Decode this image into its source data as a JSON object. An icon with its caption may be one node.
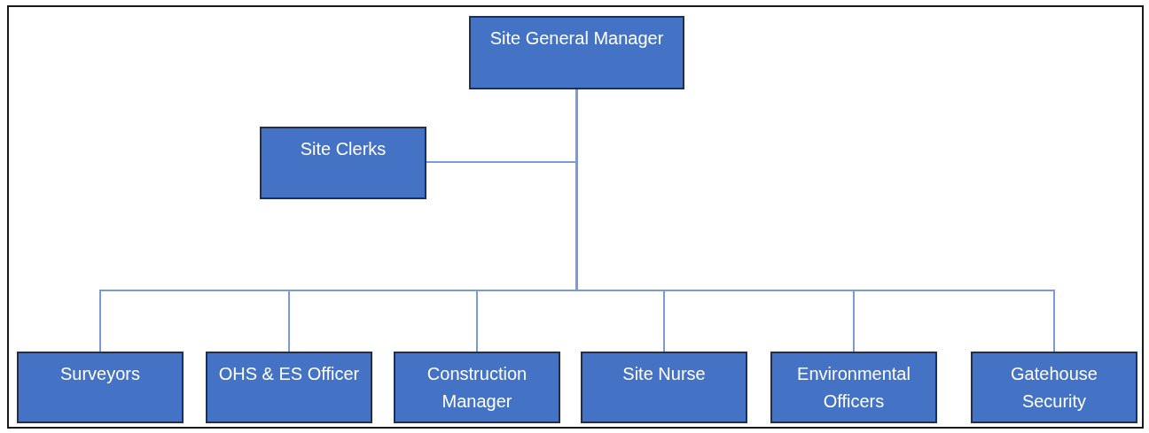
{
  "diagram": {
    "nodes": [
      {
        "text": [
          "Site General Manager"
        ]
      },
      {
        "text": [
          "Site Clerks"
        ]
      },
      {
        "text": [
          "Surveyors"
        ]
      },
      {
        "text": [
          "OHS & ES Officer"
        ]
      },
      {
        "text": [
          "Construction Manager"
        ]
      },
      {
        "text": [
          "Site Nurse"
        ]
      },
      {
        "text": [
          "Environmental Officers"
        ]
      },
      {
        "text": [
          "Gatehouse Security"
        ]
      }
    ],
    "edges": [
      {
        "from": 0,
        "to": 1,
        "arrow": "none"
      },
      {
        "from": 0,
        "to": 2,
        "arrow": "none"
      },
      {
        "from": 0,
        "to": 3,
        "arrow": "none"
      },
      {
        "from": 0,
        "to": 4,
        "arrow": "none"
      },
      {
        "from": 0,
        "to": 5,
        "arrow": "none"
      },
      {
        "from": 0,
        "to": 6,
        "arrow": "none"
      },
      {
        "from": 0,
        "to": 7,
        "arrow": "none"
      }
    ]
  }
}
